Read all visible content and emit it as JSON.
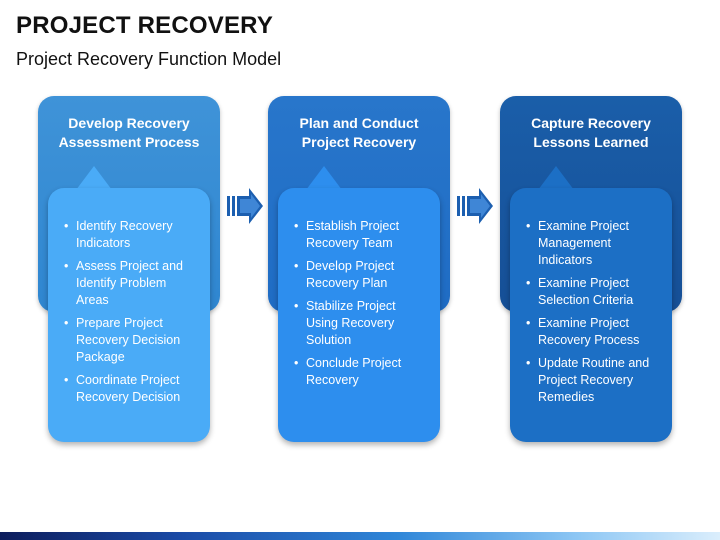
{
  "title": "PROJECT RECOVERY",
  "subtitle": "Project Recovery Function Model",
  "colors": {
    "card1_back": "#3f93d8",
    "card1_front": "#4aabf7",
    "card2_back": "#2876cb",
    "card2_front": "#2d8eee",
    "card3_back": "#1a5ea9",
    "card3_front": "#1c6fc5",
    "arrow": "#1c5fb0"
  },
  "arrow_icon": "double-chevron-right-icon",
  "columns": [
    {
      "heading": "Develop Recovery\nAssessment Process",
      "items": [
        "Identify Recovery Indicators",
        "Assess Project and Identify Problem Areas",
        "Prepare Project Recovery Decision Package",
        "Coordinate Project Recovery Decision"
      ]
    },
    {
      "heading": "Plan and Conduct\nProject Recovery",
      "items": [
        "Establish Project Recovery Team",
        "Develop Project Recovery Plan",
        "Stabilize Project Using Recovery Solution",
        "Conclude Project Recovery"
      ]
    },
    {
      "heading": "Capture Recovery\nLessons Learned",
      "items": [
        "Examine Project Management Indicators",
        "Examine Project Selection Criteria",
        "Examine Project Recovery Process",
        "Update Routine and Project Recovery Remedies"
      ]
    }
  ]
}
